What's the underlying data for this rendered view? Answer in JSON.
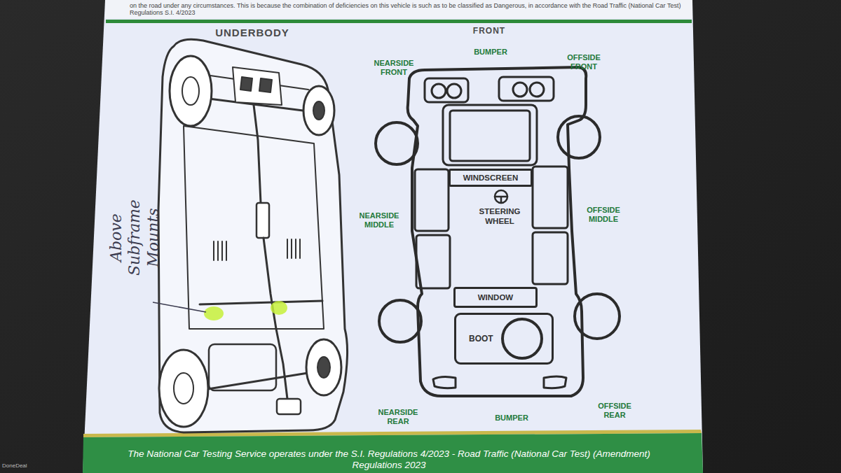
{
  "diagram": {
    "caption": "The National Car Testing Service operates under the S.I. Regulations 4/2023 - Road Traffic (National Car Test) (Amendment) Regulations 2023",
    "nodes": [
      {
        "text": [
          "WINDSCREEN"
        ]
      },
      {
        "text": [
          "WINDOW"
        ]
      },
      {
        "text": [
          "BOOT"
        ]
      }
    ],
    "labels": [
      "on the road under any circumstances. This is because the combination of deficiencies on this vehicle is such as to be classified as Dangerous, in accordance with the Road Traffic (National Car Test) Regulations S.I. 4/2023",
      "UNDERBODY",
      "FRONT",
      "BUMPER",
      "NEARSIDE FRONT",
      "OFFSIDE FRONT",
      "Above Subframe Mounts",
      "NEARSIDE MIDDLE",
      "STEERING WHEEL",
      "OFFSIDE MIDDLE",
      "NEARSIDE REAR",
      "BUMPER",
      "OFFSIDE REAR",
      "DoneDeal"
    ]
  }
}
